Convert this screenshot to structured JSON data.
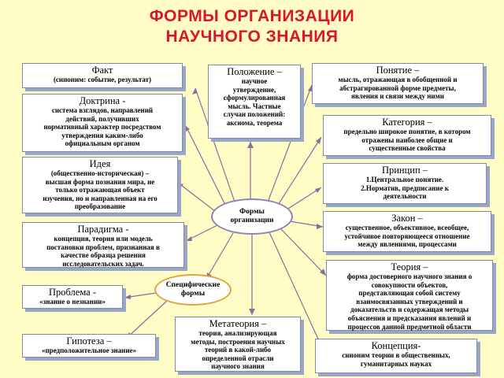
{
  "title": {
    "line1": "ФОРМЫ ОРГАНИЗАЦИИ",
    "line2": "НАУЧНОГО ЗНАНИЯ"
  },
  "center": {
    "label": "Формы\nорганизации"
  },
  "specific": {
    "label": "Специфические\nформы"
  },
  "boxes": {
    "fact": {
      "head": "Факт",
      "body": "(синоним: событие, результат)"
    },
    "doctrine": {
      "head": "Доктрина -",
      "body": "система взглядов, направлений\nдействий, получивших\nнормативный характер посредством\nутверждения каким-либо\nофициальным органом"
    },
    "idea": {
      "head": "Идея",
      "body": "(общественно-историческая) –\nвысшая форма познания мира, не\nтолько отражающая объект\nизучения, но и направленная на его\nпреобразование"
    },
    "paradigm": {
      "head": "Парадигма -",
      "body": "концепция, теория или модель\nпостановки проблем, признанная в\nкачестве образца решения\nисследовательских задач."
    },
    "problem": {
      "head": "Проблема -",
      "body": "«знание о незнании»"
    },
    "hypothesis": {
      "head": "Гипотеза –",
      "body": "«предположительное знание»"
    },
    "proposition": {
      "head": "Положение –",
      "body": "научное\nутверждение,\nсформулированная\nмысль. Частные\nслучаи положений:\nаксиома, теорема"
    },
    "metatheory": {
      "head": "Метатеория –",
      "body": "теория, анализирующая\nметоды, построения научных\nтеорий в какой-либо\nопределенной отрасли\nнаучного знания"
    },
    "concept": {
      "head": "Понятие –",
      "body": "мысль, отражающая в обобщенной и\nабстрагированной форме предметы,\nявления и связи между ними"
    },
    "category": {
      "head": "Категория –",
      "body": "предельно широкое понятие, в котором\nотражены наиболее общие и\nсущественные свойства"
    },
    "principle": {
      "head": "Принцип –",
      "body": "1.Центральное понятие.\n2.Норматив, предписание к\nдеятельности"
    },
    "law": {
      "head": "Закон –",
      "body": "существенное, объективное, всеобщее,\nустойчивое повторяющееся отношение\nмежду явлениями, процессами"
    },
    "theory": {
      "head": "Теория –",
      "body": "форма достоверного научного знания о\nсовокупности объектов,\nпредставляющая собой систему\nвзаимосвязанных утверждений и\nдоказательств и содержащая методы\nобъяснения и предсказания явлений и\nпроцессов данной предметной области"
    },
    "conception": {
      "head": "Концепция-",
      "body": "синоним теории в общественных,\nгуманитарных науках"
    }
  },
  "colors": {
    "title": "#d8162b",
    "background": "#fffcc6",
    "connector": "#8a6ca0"
  }
}
